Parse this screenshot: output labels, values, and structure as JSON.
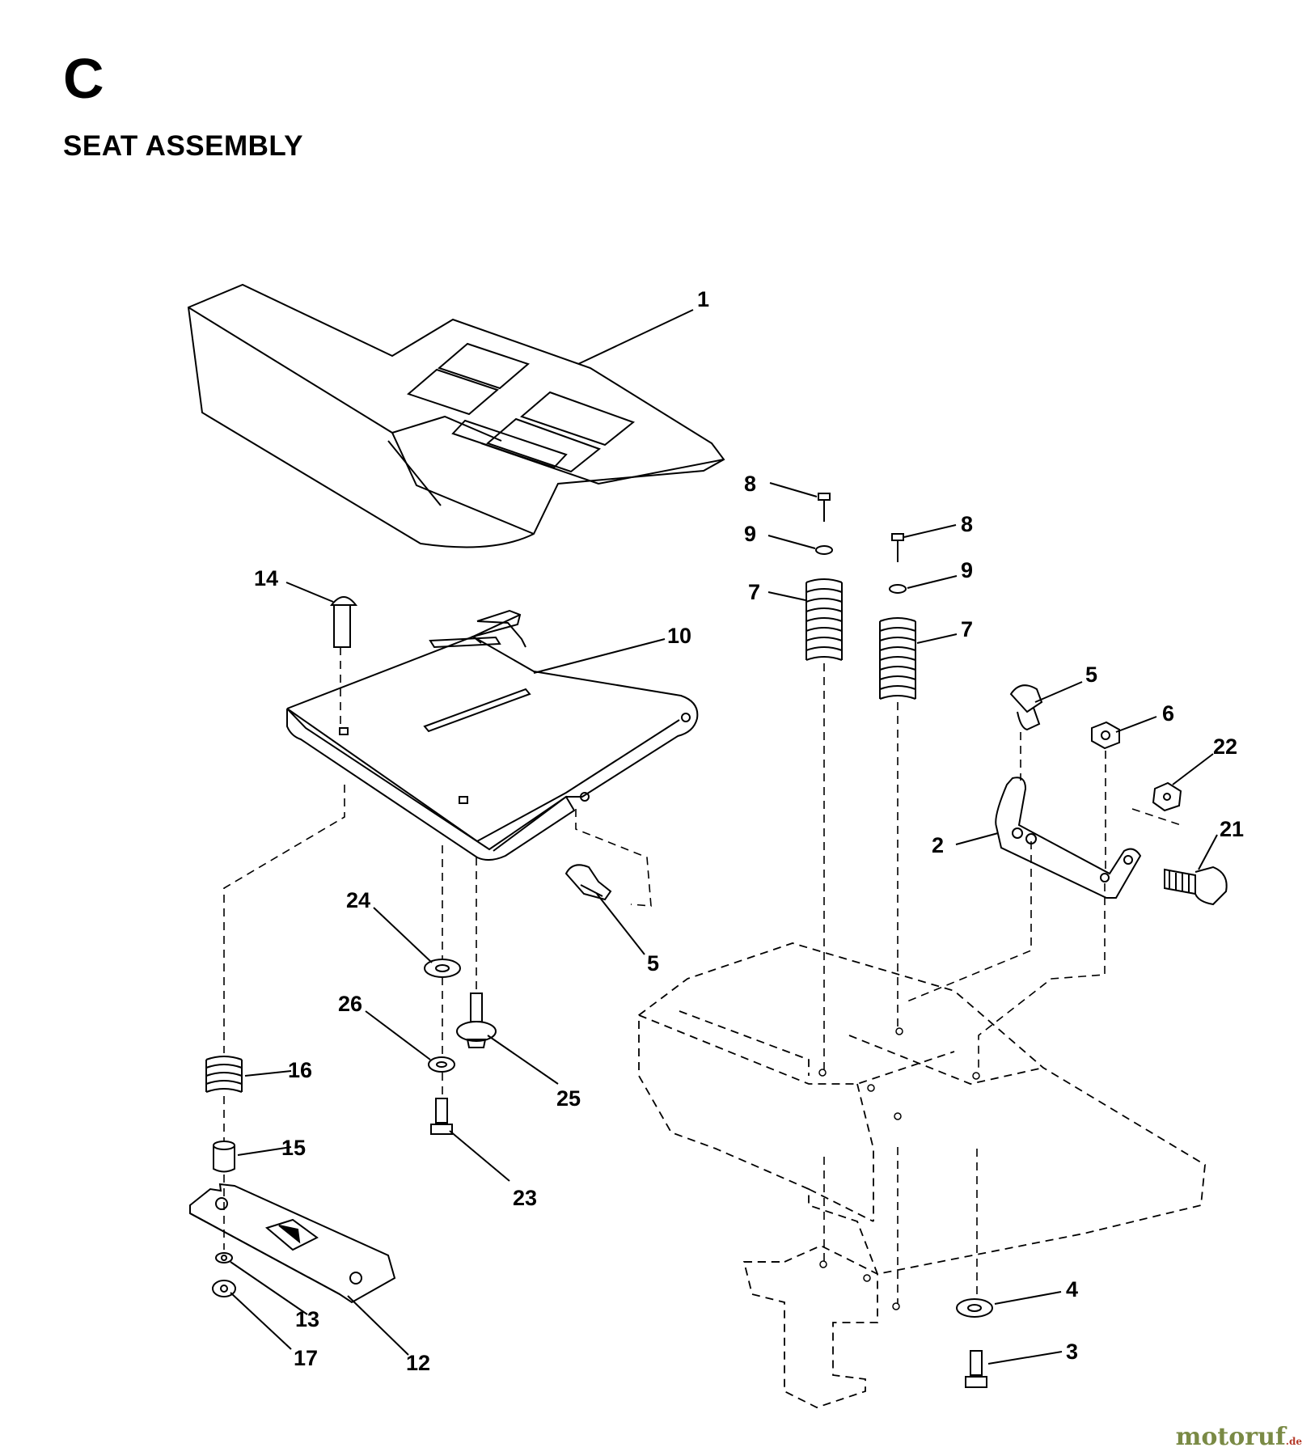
{
  "header": {
    "section_letter": "C",
    "title": "SEAT ASSEMBLY"
  },
  "callouts": [
    {
      "id": "c1",
      "label": "1"
    },
    {
      "id": "c14",
      "label": "14"
    },
    {
      "id": "c10",
      "label": "10"
    },
    {
      "id": "c8a",
      "label": "8"
    },
    {
      "id": "c9a",
      "label": "9"
    },
    {
      "id": "c7a",
      "label": "7"
    },
    {
      "id": "c8b",
      "label": "8"
    },
    {
      "id": "c9b",
      "label": "9"
    },
    {
      "id": "c7b",
      "label": "7"
    },
    {
      "id": "c5a",
      "label": "5"
    },
    {
      "id": "c6",
      "label": "6"
    },
    {
      "id": "c22",
      "label": "22"
    },
    {
      "id": "c2",
      "label": "2"
    },
    {
      "id": "c21",
      "label": "21"
    },
    {
      "id": "c24",
      "label": "24"
    },
    {
      "id": "c5b",
      "label": "5"
    },
    {
      "id": "c26",
      "label": "26"
    },
    {
      "id": "c25",
      "label": "25"
    },
    {
      "id": "c16",
      "label": "16"
    },
    {
      "id": "c15",
      "label": "15"
    },
    {
      "id": "c23",
      "label": "23"
    },
    {
      "id": "c13",
      "label": "13"
    },
    {
      "id": "c17",
      "label": "17"
    },
    {
      "id": "c12",
      "label": "12"
    },
    {
      "id": "c4",
      "label": "4"
    },
    {
      "id": "c3",
      "label": "3"
    }
  ],
  "watermark": {
    "text": "motoruf",
    "suffix": ".de"
  }
}
